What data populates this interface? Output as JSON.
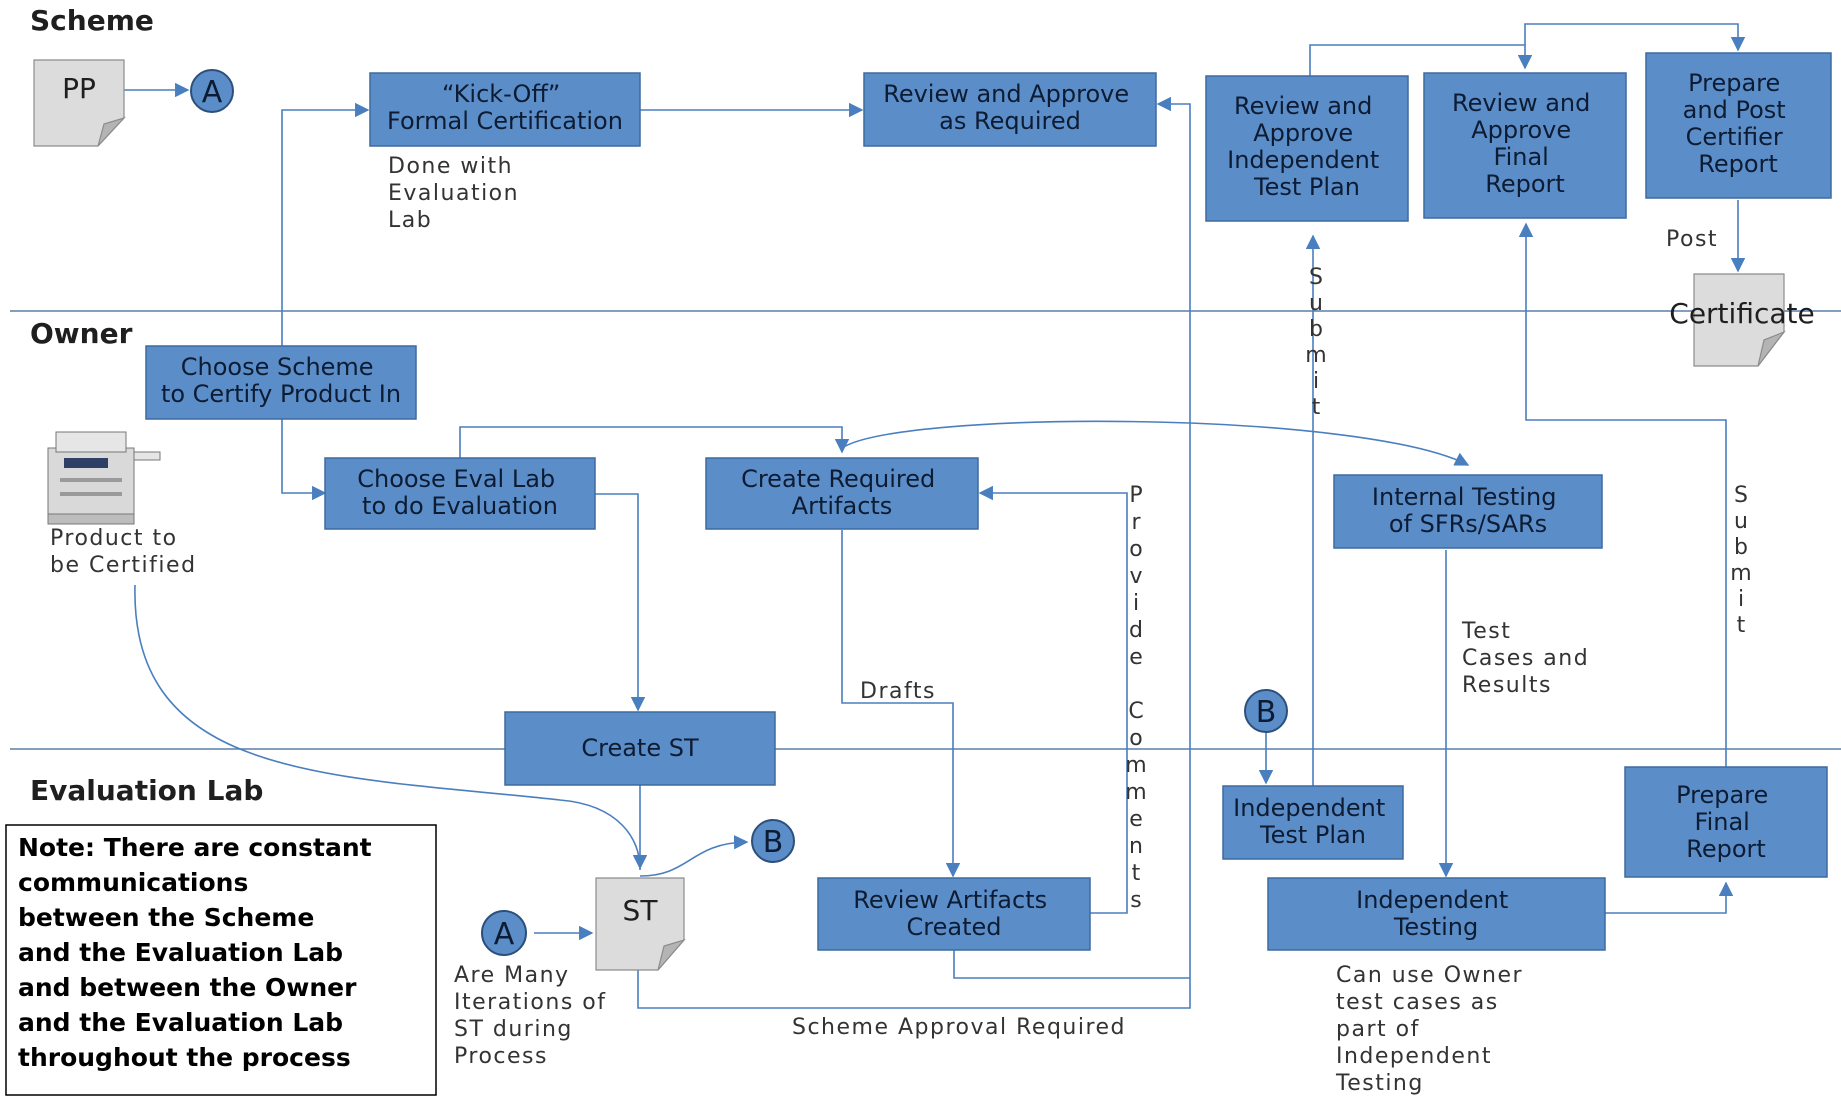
{
  "lanes": {
    "scheme": "Scheme",
    "owner": "Owner",
    "lab": "Evaluation Lab"
  },
  "documents": {
    "pp": "PP",
    "certificate": "Certificate",
    "st": "ST"
  },
  "connectors": {
    "a_top": "A",
    "a_bottom": "A",
    "b_top": "B",
    "b_right": "B"
  },
  "boxes": {
    "kickoff": [
      "“Kick-Off”",
      "Formal Certification"
    ],
    "review_approve": [
      "Review and Approve",
      "as Required"
    ],
    "review_test_plan": [
      "Review and",
      "Approve",
      "Independent",
      "Test Plan"
    ],
    "review_final_report": [
      "Review and",
      "Approve",
      "Final",
      "Report"
    ],
    "prepare_post": [
      "Prepare",
      "and Post",
      "Certifier",
      "Report"
    ],
    "choose_scheme": [
      "Choose Scheme",
      "to Certify Product In"
    ],
    "choose_eval_lab": [
      "Choose Eval Lab",
      "to do Evaluation"
    ],
    "create_artifacts": [
      "Create Required",
      "Artifacts"
    ],
    "internal_testing": [
      "Internal Testing",
      "of SFRs/SARs"
    ],
    "create_st": [
      "Create ST"
    ],
    "independent_test_plan": [
      "Independent",
      "Test Plan"
    ],
    "review_artifacts": [
      "Review Artifacts",
      "Created"
    ],
    "independent_testing": [
      "Independent",
      "Testing"
    ],
    "prepare_final_report": [
      "Prepare",
      "Final",
      "Report"
    ]
  },
  "labels": {
    "done_with_lab": [
      "Done with",
      "Evaluation",
      "Lab"
    ],
    "post": "Post",
    "submit_left": "Submit",
    "submit_right": "Submit",
    "product": [
      "Product to",
      "be Certified"
    ],
    "provide_comments": "Provide Comments",
    "drafts": "Drafts",
    "test_cases": [
      "Test",
      "Cases and",
      "Results"
    ],
    "iterations": [
      "Are Many",
      "Iterations of",
      "ST during",
      "Process"
    ],
    "scheme_approval": "Scheme Approval Required",
    "owner_test_cases": [
      "Can use Owner",
      "test cases as",
      "part of",
      "Independent",
      "Testing"
    ]
  },
  "note": [
    "Note: There are constant",
    "communications",
    "between the Scheme",
    "and the Evaluation Lab",
    "and between the Owner",
    "and the Evaluation Lab",
    "throughout the process"
  ],
  "colors": {
    "box_fill": "#5b8ec9",
    "flow_line": "#4a7fbf",
    "document_fill": "#dcdcdc"
  },
  "icons": {
    "product": "printer-icon"
  }
}
